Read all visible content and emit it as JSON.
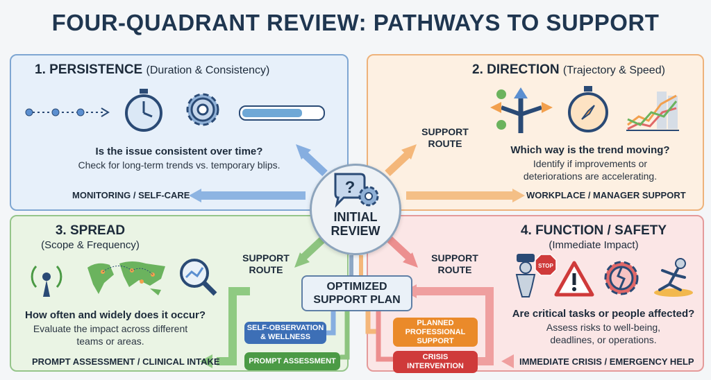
{
  "title": "FOUR-QUADRANT REVIEW: PATHWAYS TO SUPPORT",
  "hub": {
    "label_line1": "INITIAL",
    "label_line2": "REVIEW"
  },
  "quadrants": {
    "persistence": {
      "title": "1. PERSISTENCE",
      "subtitle": "(Duration & Consistency)",
      "question": "Is the issue consistent over time?",
      "description": "Check for long-term trends vs. temporary blips.",
      "route_label": "MONITORING / SELF-CARE"
    },
    "direction": {
      "title": "2. DIRECTION",
      "subtitle": "(Trajectory & Speed)",
      "question": "Which way is the trend moving?",
      "description_line1": "Identify if improvements or",
      "description_line2": "deteriorations are accelerating.",
      "route_label": "WORKPLACE / MANAGER SUPPORT",
      "support_route_line1": "SUPPORT",
      "support_route_line2": "ROUTE"
    },
    "spread": {
      "title": "3. SPREAD",
      "subtitle": "(Scope & Frequency)",
      "question": "How often and widely does it occur?",
      "description_line1": "Evaluate the impact across different",
      "description_line2": "teams or areas.",
      "route_label": "PROMPT ASSESSMENT / CLINICAL INTAKE",
      "support_route_line1": "SUPPORT",
      "support_route_line2": "ROUTE"
    },
    "function_safety": {
      "title": "4. FUNCTION / SAFETY",
      "subtitle": "(Immediate Impact)",
      "question": "Are critical tasks or people affected?",
      "description_line1": "Assess risks to well-being,",
      "description_line2": "deadlines, or operations.",
      "route_label": "IMMEDIATE CRISIS / EMERGENCY HELP",
      "support_route_line1": "SUPPORT",
      "support_route_line2": "ROUTE",
      "stop_sign": "STOP"
    }
  },
  "plan": {
    "line1": "OPTIMIZED",
    "line2": "SUPPORT PLAN"
  },
  "pills": {
    "self_observation": {
      "line1": "SELF-OBSERVATION",
      "line2": "& WELLNESS",
      "color": "#3d6fb6"
    },
    "prompt_assessment": {
      "label": "PROMPT ASSESSMENT",
      "color": "#4b9a45"
    },
    "planned_professional": {
      "line1": "PLANNED",
      "line2": "PROFESSIONAL",
      "line3": "SUPPORT",
      "color": "#ea8a2a"
    },
    "crisis": {
      "line1": "CRISIS",
      "line2": "INTERVENTION",
      "color": "#cf3a3a"
    }
  },
  "colors": {
    "blue": "#5b8fd0",
    "orange": "#f2a04e",
    "green": "#6bb35e",
    "red": "#e06868",
    "navy": "#1f3650"
  },
  "icons": [
    "timeline-dots-icon",
    "stopwatch-icon",
    "gear-icon",
    "progress-bar-icon",
    "branching-arrows-icon",
    "compass-icon",
    "line-chart-icon",
    "signal-tower-icon",
    "world-map-icon",
    "magnifier-chart-icon",
    "person-alert-icon",
    "stop-sign-icon",
    "warning-triangle-icon",
    "broken-gear-icon",
    "falling-person-icon",
    "question-gear-icon"
  ]
}
